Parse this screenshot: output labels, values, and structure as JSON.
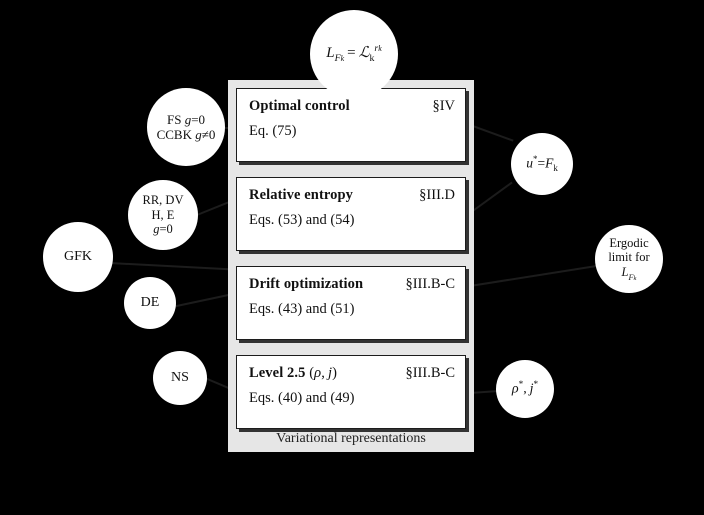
{
  "diagram": {
    "title_circle": {
      "label": "L_{F_k} = ℒ_k^{r_k}",
      "parts": {
        "lhs_base": "L",
        "lhs_sub": "F",
        "lhs_sub_sub": "k",
        "eq": "=",
        "rhs_base": "ℒ",
        "rhs_sub": "k",
        "rhs_sup": "r",
        "rhs_sup_sub": "k"
      }
    },
    "panel": {
      "caption": "Variational representations",
      "background": "#e6e6e6",
      "boxes": [
        {
          "id": "optimal-control",
          "title": "Optimal control",
          "section": "§IV",
          "equations": "Eq. (75)"
        },
        {
          "id": "relative-entropy",
          "title": "Relative entropy",
          "section": "§III.D",
          "equations": "Eqs. (53) and (54)"
        },
        {
          "id": "drift-optimization",
          "title": "Drift optimization",
          "section": "§III.B-C",
          "equations": "Eqs. (43) and (51)"
        },
        {
          "id": "level-2-5",
          "title": "Level 2.5",
          "title_suffix": "(ρ, j)",
          "section": "§III.B-C",
          "equations": "Eqs. (40) and (49)"
        }
      ]
    },
    "left_circles": [
      {
        "id": "fs-ccbk",
        "lines": [
          "FS  g = 0",
          "CCBK  g ≠ 0"
        ]
      },
      {
        "id": "rr-dv-h-e",
        "lines": [
          "RR, DV",
          "H, E",
          "g = 0"
        ]
      },
      {
        "id": "gfk",
        "lines": [
          "GFK"
        ]
      },
      {
        "id": "de",
        "lines": [
          "DE"
        ]
      },
      {
        "id": "ns",
        "lines": [
          "NS"
        ]
      }
    ],
    "right_circles": [
      {
        "id": "u-star",
        "lines": [
          "u* = F_k"
        ]
      },
      {
        "id": "ergodic-limit",
        "lines": [
          "Ergodic",
          "limit for",
          "L_{F_k}"
        ]
      },
      {
        "id": "rho-j-star",
        "lines": [
          "ρ*, j*"
        ]
      }
    ],
    "colors": {
      "background": "#000000",
      "panel": "#e6e6e6",
      "box_fill": "#ffffff",
      "stroke": "#1c1c1c",
      "circle_fill": "#ffffff"
    }
  }
}
